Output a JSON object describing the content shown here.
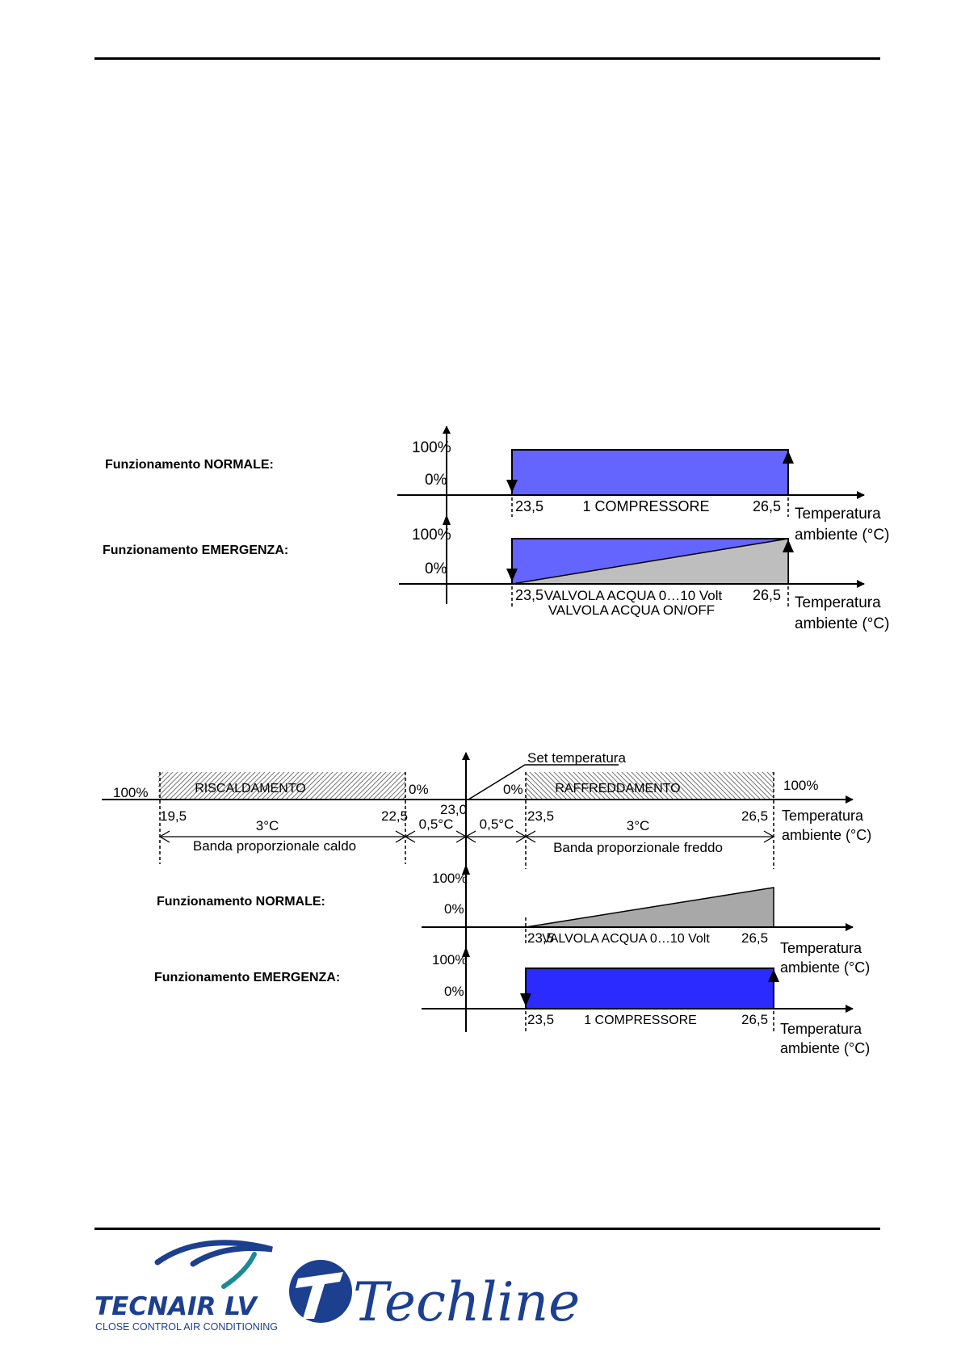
{
  "diagram1": {
    "normal_label": "Funzionamento NORMALE:",
    "emergency_label": "Funzionamento EMERGENZA:",
    "y_100": "100%",
    "y_0": "0%",
    "t_low": "23,5",
    "t_high": "26,5",
    "compressor": "1 COMPRESSORE",
    "valve_analog": "VALVOLA ACQUA 0…10 Volt",
    "valve_onoff": "VALVOLA ACQUA ON/OFF",
    "axis_label_1": "Temperatura",
    "axis_label_2": "ambiente (°C)"
  },
  "diagram2": {
    "set_temp": "Set temperatura",
    "heating": "RISCALDAMENTO",
    "cooling": "RAFFREDDAMENTO",
    "pct_100": "100%",
    "pct_0": "0%",
    "t_19_5": "19,5",
    "t_22_5": "22,5",
    "t_23_0": "23,0",
    "t_23_5": "23,5",
    "t_26_5": "26,5",
    "dead_band": "0,5°C",
    "band_width": "3°C",
    "band_heat": "Banda proporzionale caldo",
    "band_cool": "Banda proporzionale freddo",
    "normal_label": "Funzionamento NORMALE:",
    "emergency_label": "Funzionamento EMERGENZA:",
    "valve_analog": "VALVOLA ACQUA 0…10 Volt",
    "compressor": "1 COMPRESSORE",
    "axis_label_1": "Temperatura",
    "axis_label_2": "ambiente (°C)"
  },
  "footer": {
    "brand1": "TECNAIR LV",
    "brand1_sub": "CLOSE CONTROL AIR CONDITIONING",
    "brand2": "Techline"
  },
  "colors": {
    "compressor_fill": "#6464ff",
    "compressor_fill_strong": "#2b2bff",
    "valve_fill": "#bebebe",
    "valve_fill_dark": "#a8a8a8",
    "brand_blue": "#1c3f8f",
    "brand_teal": "#1b8a96"
  }
}
